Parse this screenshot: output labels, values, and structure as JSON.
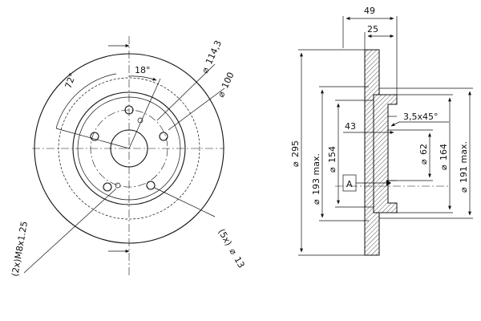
{
  "front_view": {
    "angle_72": "72°",
    "angle_18": "18°",
    "dia_pcd": "114,3",
    "dia_hub": "100",
    "thread_callout": "(2x)M8x1.25",
    "holes_callout": "(5x)",
    "hole_dia": "13",
    "dia_symbol": "⌀"
  },
  "section_view": {
    "width_total": "49",
    "width_disc": "25",
    "dia_outer": "295",
    "dia_193": "193 max.",
    "dia_154": "154",
    "depth_43": "43",
    "chamfer": "3,5x45°",
    "dia_62": "62",
    "dia_164": "164",
    "dia_191": "191 max.",
    "datum": "A",
    "dia_symbol": "⌀"
  },
  "colors": {
    "hatch": "#555555",
    "line": "#111111"
  }
}
